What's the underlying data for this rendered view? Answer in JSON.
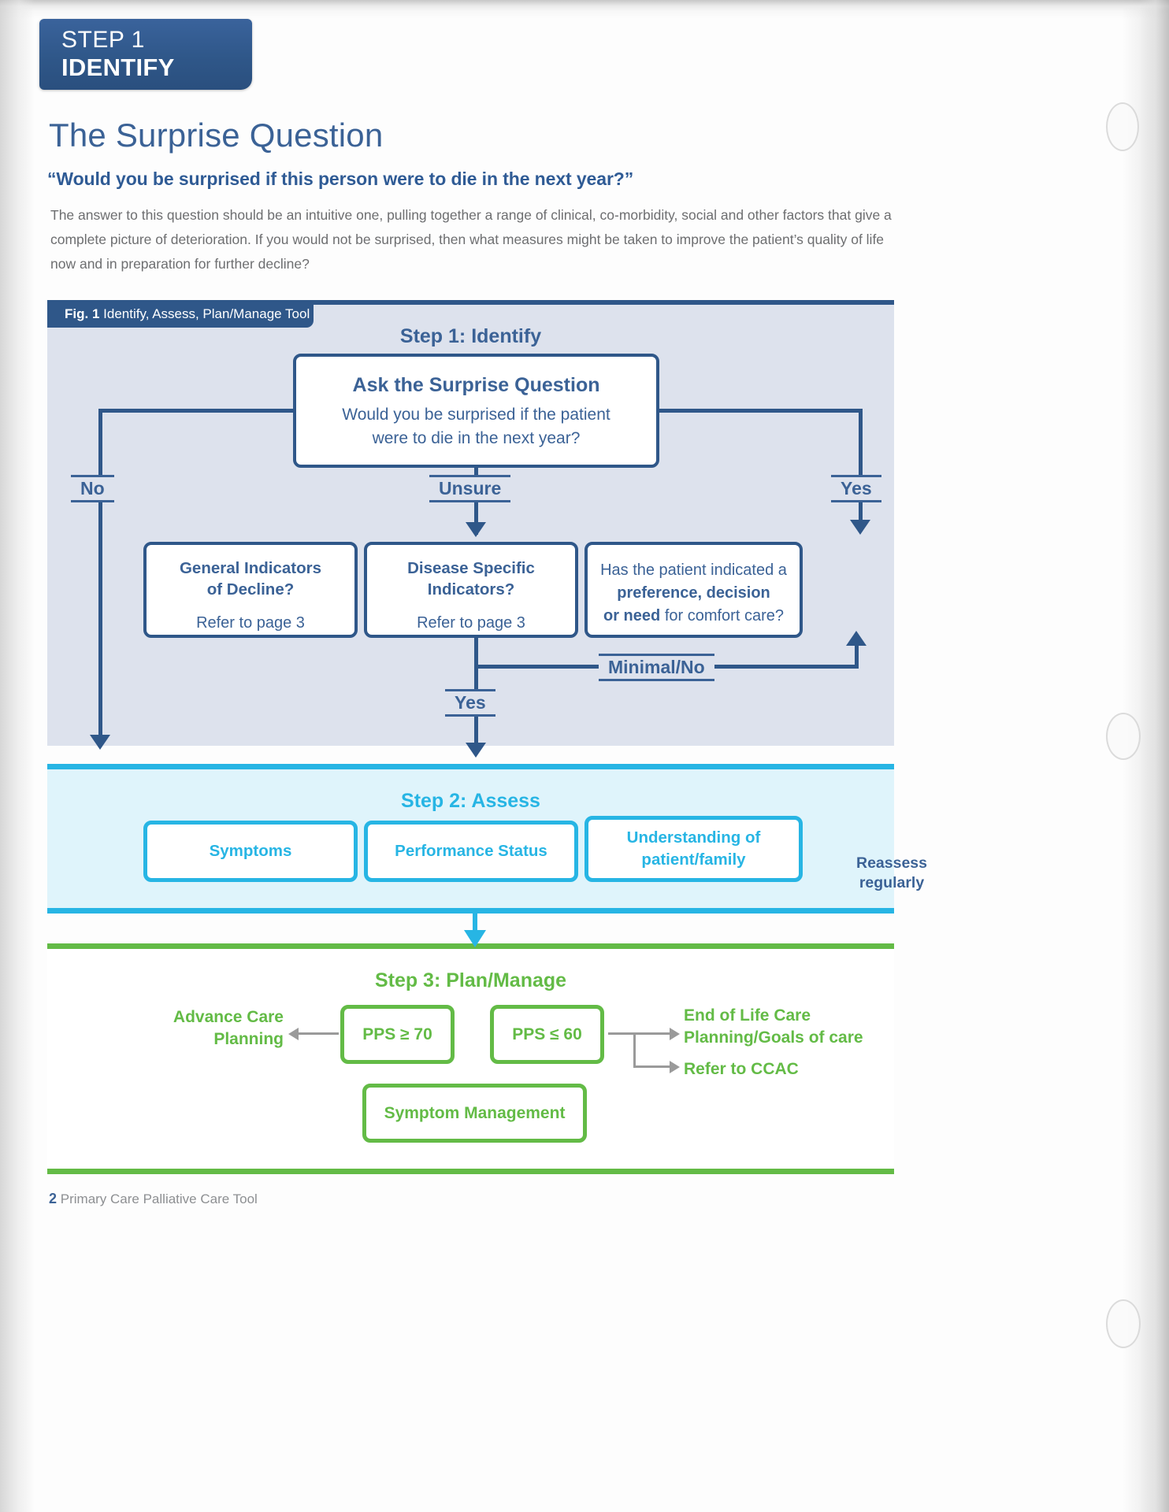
{
  "header": {
    "step_kicker": "STEP 1",
    "step_name": "IDENTIFY"
  },
  "page_title": "The Surprise Question",
  "page_subtitle": "“Would you be surprised if this person were to die in the next year?”",
  "intro_paragraph": "The answer to this question should be an intuitive one, pulling together a range of clinical, co-morbidity, social and other factors that give a complete picture of deterioration. If you would not be surprised, then what measures might be taken to improve the patient’s quality of life now and in preparation for further decline?",
  "figure": {
    "caption_label": "Fig. 1",
    "caption_text": "Identify, Assess, Plan/Manage Tool",
    "step1": {
      "title": "Step 1: Identify",
      "question_box": {
        "title": "Ask the Surprise Question",
        "line1": "Would you be surprised if the patient",
        "line2": "were to die in the next year?"
      },
      "branches": {
        "no": "No",
        "unsure": "Unsure",
        "yes": "Yes"
      },
      "boxes": [
        {
          "title_line1": "General Indicators",
          "title_line2": "of Decline?",
          "sub": "Refer to page 3"
        },
        {
          "title_line1": "Disease Specific",
          "title_line2": "Indicators?",
          "sub": "Refer to page 3"
        }
      ],
      "preference_box": {
        "lead": "Has the patient indicated a",
        "bold1": "preference, decision",
        "bold2": "or need",
        "tail": "for comfort care?"
      },
      "reassess_line1": "Reassess",
      "reassess_line2": "regularly",
      "minimal_no_label": "Minimal/No",
      "yes_label": "Yes"
    },
    "step2": {
      "title": "Step 2: Assess",
      "boxes": [
        "Symptoms",
        "Performance Status",
        "Understanding of\npatient/family"
      ]
    },
    "step3": {
      "title": "Step 3: Plan/Manage",
      "pps_high": "PPS ≥ 70",
      "pps_low": "PPS ≤ 60",
      "advance_care_line1": "Advance Care",
      "advance_care_line2": "Planning",
      "eol_line1": "End of Life Care",
      "eol_line2": "Planning/Goals of care",
      "refer_ccac": "Refer to CCAC",
      "symptom_management": "Symptom Management"
    }
  },
  "footer": {
    "page_number": "2",
    "document_name": "Primary Care Palliative Care Tool"
  },
  "colors": {
    "step1_blue": "#2f5789",
    "step1_text": "#3b6296",
    "step1_band": "#dde2ed",
    "step2_cyan": "#27b5e4",
    "step2_band": "#dff4fb",
    "step3_green": "#63bb46",
    "body_grey": "#6d6e70"
  }
}
